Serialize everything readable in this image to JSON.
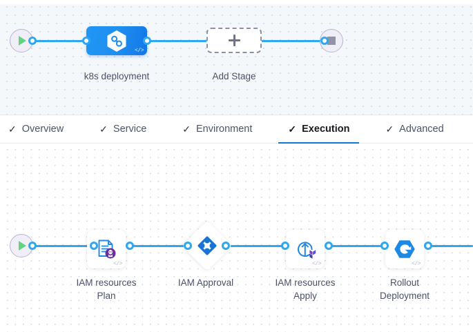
{
  "stage_canvas": {
    "name": "pipeline-stage-canvas",
    "start_node": {
      "icon": "play-icon",
      "label": ""
    },
    "end_node": {
      "icon": "stop-icon",
      "label": ""
    },
    "stages": [
      {
        "label": "k8s deployment",
        "icon": "hexagon-infinity-icon",
        "badge": "</>",
        "selected": true
      }
    ],
    "add_stage": {
      "label": "Add Stage",
      "icon": "plus-icon"
    }
  },
  "tabs": [
    {
      "label": "Overview",
      "icon": "check-icon",
      "active": false
    },
    {
      "label": "Service",
      "icon": "check-icon",
      "active": false
    },
    {
      "label": "Environment",
      "icon": "check-icon",
      "active": false
    },
    {
      "label": "Execution",
      "icon": "check-icon",
      "active": true
    },
    {
      "label": "Advanced",
      "icon": "check-icon",
      "active": false
    }
  ],
  "execution_canvas": {
    "name": "execution-steps-canvas",
    "start_node": {
      "icon": "play-icon"
    },
    "steps": [
      {
        "label": "IAM resources\nPlan",
        "icon": "terraform-plan-document-icon",
        "badge": "</>",
        "shape": "card"
      },
      {
        "label": "IAM Approval",
        "icon": "approval-diamond-icon",
        "badge": "",
        "shape": "diamond"
      },
      {
        "label": "IAM resources\nApply",
        "icon": "terraform-apply-icon",
        "badge": "</>",
        "shape": "card"
      },
      {
        "label": "Rollout\nDeployment",
        "icon": "rollout-hexagon-icon",
        "badge": "</>",
        "shape": "card"
      }
    ]
  },
  "colors": {
    "edge": "#2ea7f0",
    "accent": "#0b7ad1",
    "stage_node": "#1f8ff0",
    "icon_blue": "#1e88e5",
    "terraform_purple": "#7b42bc",
    "play_green": "#62d37e",
    "stop_gray": "#9193a6",
    "label_text": "#4b5168",
    "canvas_top_bg": "#f4f8fb",
    "canvas_bottom_bg": "#ffffff"
  }
}
